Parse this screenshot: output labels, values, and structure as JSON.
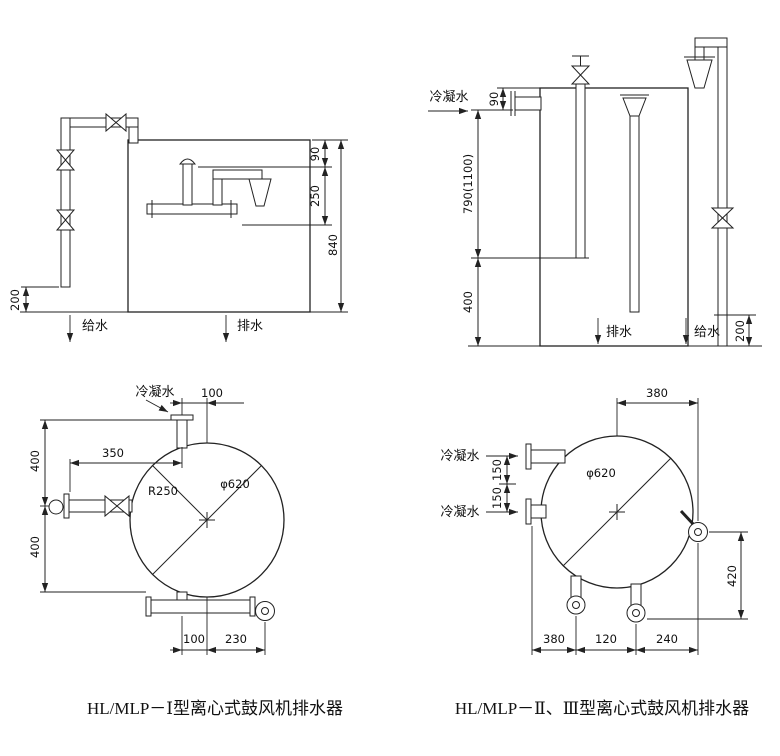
{
  "colors": {
    "ink": "#222222",
    "background": "#ffffff"
  },
  "captions": {
    "left": "HL/MLP－Ⅰ型离心式鼓风机排水器",
    "right": "HL/MLP－Ⅱ、Ⅲ型离心式鼓风机排水器"
  },
  "typeI_side": {
    "dim_90": "90",
    "dim_250": "250",
    "dim_840": "840",
    "dim_200": "200",
    "label_supply": "给水",
    "label_drain": "排水"
  },
  "typeII_side": {
    "label_condensate": "冷凝水",
    "dim_90": "90",
    "dim_height": "790(1100)",
    "dim_400": "400",
    "dim_200": "200",
    "label_drain": "排水",
    "label_supply": "给水"
  },
  "typeI_front": {
    "label_condensate": "冷凝水",
    "dim_offset_top": "100",
    "dim_350": "350",
    "dim_400_upper": "400",
    "dim_400_lower": "400",
    "label_radius": "R250",
    "label_diameter": "φ620",
    "dim_100_bottom": "100",
    "dim_230": "230"
  },
  "typeII_front": {
    "dim_380_top": "380",
    "label_condensate_upper": "冷凝水",
    "label_condensate_lower": "冷凝水",
    "dim_150_upper": "150",
    "dim_150_lower": "150",
    "label_diameter": "φ620",
    "dim_420": "420",
    "dim_380_bottom": "380",
    "dim_120": "120",
    "dim_240": "240"
  }
}
